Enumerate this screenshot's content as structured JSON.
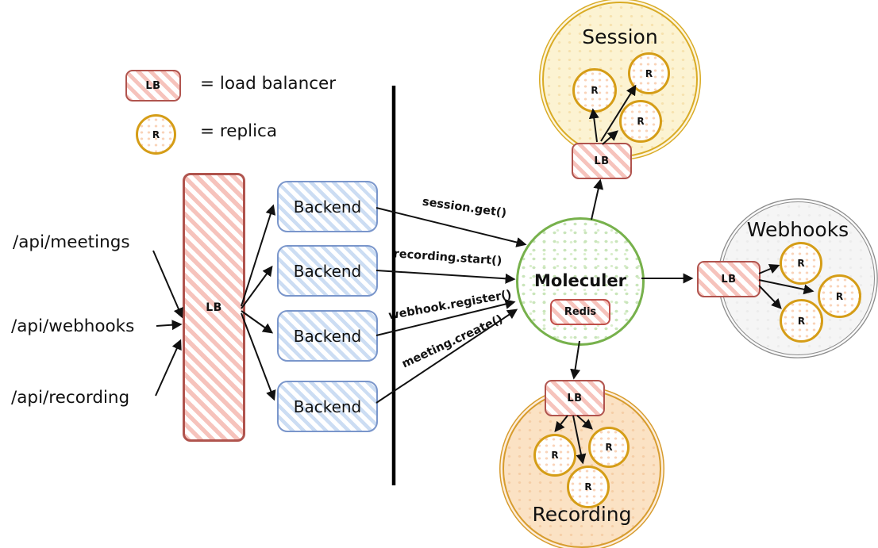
{
  "legend": {
    "lb_symbol": "LB",
    "lb_description": "= load balancer",
    "replica_symbol": "R",
    "replica_description": "= replica"
  },
  "api_routes": [
    {
      "label": "/api/meetings"
    },
    {
      "label": "/api/webhooks"
    },
    {
      "label": "/api/recording"
    }
  ],
  "gateway": {
    "lb_label": "LB"
  },
  "backends": [
    {
      "label": "Backend"
    },
    {
      "label": "Backend"
    },
    {
      "label": "Backend"
    },
    {
      "label": "Backend"
    }
  ],
  "calls": [
    {
      "label": "session.get()"
    },
    {
      "label": "recording.start()"
    },
    {
      "label": "webhook.register()"
    },
    {
      "label": "meeting.create()"
    }
  ],
  "broker": {
    "label": "Moleculer",
    "cache_label": "Redis"
  },
  "clusters": [
    {
      "name": "Session",
      "lb_label": "LB",
      "replicas": [
        "R",
        "R",
        "R"
      ]
    },
    {
      "name": "Webhooks",
      "lb_label": "LB",
      "replicas": [
        "R",
        "R",
        "R"
      ]
    },
    {
      "name": "Recording",
      "lb_label": "LB",
      "replicas": [
        "R",
        "R",
        "R"
      ]
    }
  ],
  "colors": {
    "load_balancer_border": "#b0544e",
    "load_balancer_hatch": "#f6c3bc",
    "backend_border": "#7a96cb",
    "backend_hatch": "#ccddf3",
    "replica_border": "#d59d17",
    "replica_dots": "#f9d4ba",
    "broker_border": "#77b14c",
    "broker_dots": "#c9e5ba",
    "session_fill": "#fcf3d2",
    "session_border": "#d9ab25",
    "webhooks_fill": "#f5f5f5",
    "webhooks_border": "#8c8c8c",
    "recording_fill": "#fbe2c4",
    "recording_border": "#d79c2e",
    "arrow": "#111111"
  }
}
